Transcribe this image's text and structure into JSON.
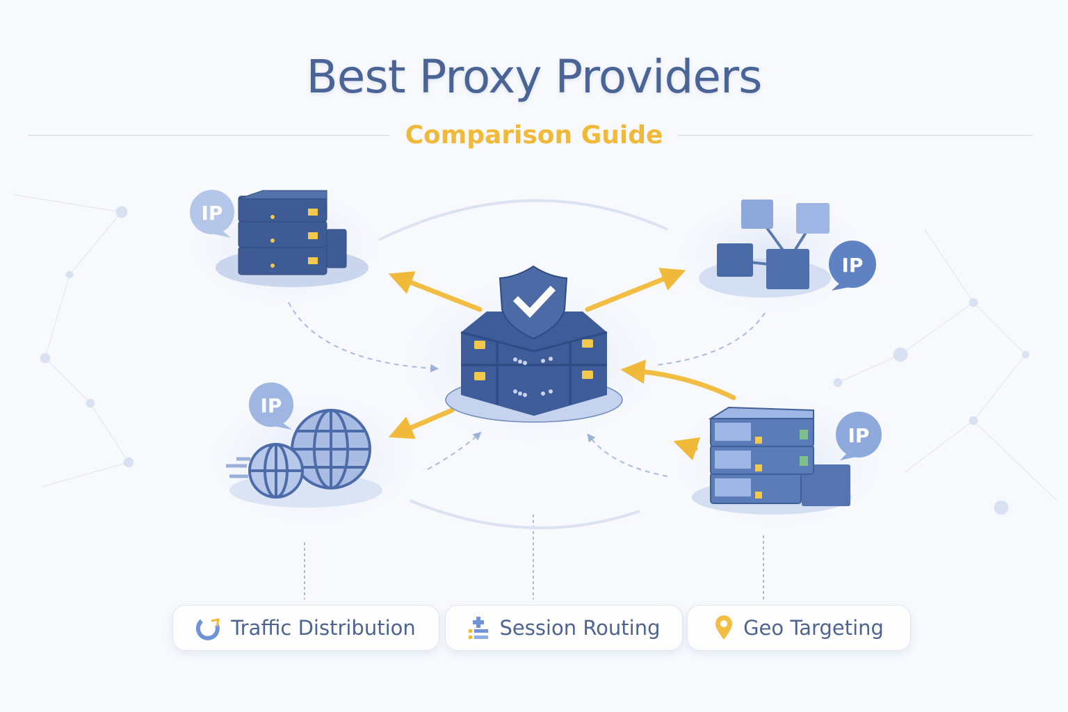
{
  "header": {
    "title": "Best Proxy Providers",
    "subtitle": "Comparison Guide"
  },
  "nodes": [
    {
      "name": "datacenter-servers",
      "badge": "IP"
    },
    {
      "name": "network-nodes",
      "badge": "IP"
    },
    {
      "name": "global-network",
      "badge": "IP"
    },
    {
      "name": "residential-servers",
      "badge": "IP"
    }
  ],
  "features": [
    {
      "label": "Traffic Distribution",
      "icon": "traffic-distribution-icon"
    },
    {
      "label": "Session Routing",
      "icon": "session-routing-icon"
    },
    {
      "label": "Geo Targeting",
      "icon": "map-pin-icon"
    }
  ],
  "colors": {
    "primary": "#4a6496",
    "accent": "#f0b93a",
    "server": "#3f5f9a",
    "background": "#f7f9fd"
  }
}
